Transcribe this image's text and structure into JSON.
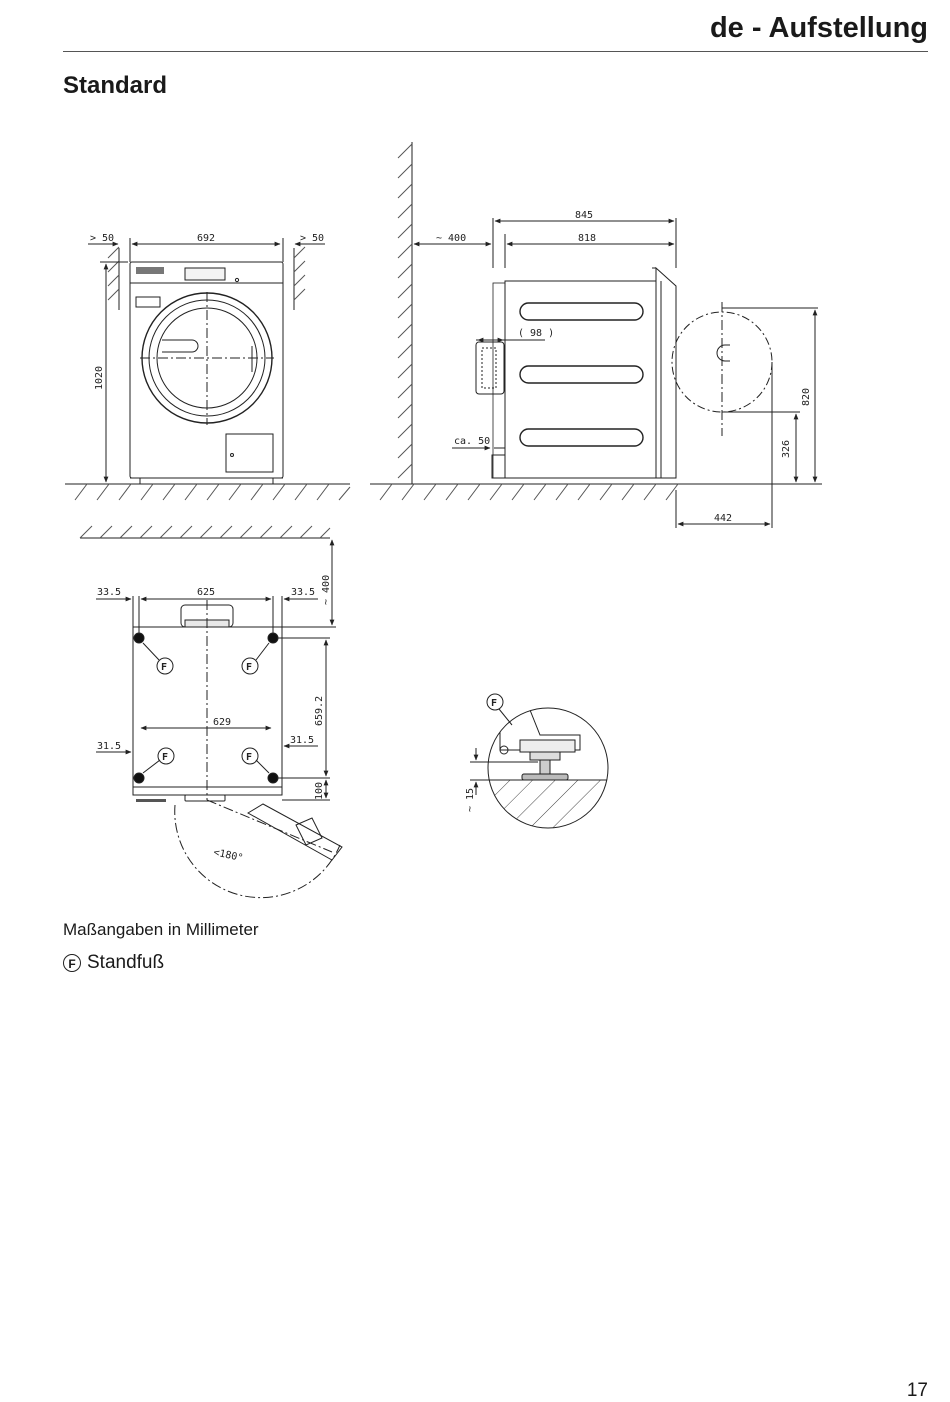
{
  "header": {
    "title": "de - Aufstellung"
  },
  "section_title": "Standard",
  "front_view": {
    "clearance_left": "> 50",
    "width": "692",
    "clearance_right": "> 50",
    "height": "1020"
  },
  "side_view": {
    "wall_clearance": "~ 400",
    "overall_depth": "845",
    "body_depth": "818",
    "door_projection": "( 98 )",
    "lower_clearance": "ca. 50",
    "door_swing": "442",
    "door_height": "820",
    "door_center_height": "326"
  },
  "top_view": {
    "rear_clearance": "~ 400",
    "side_left": "33.5",
    "foot_spacing_rear": "625",
    "side_right": "33.5",
    "foot_spacing_front": "629",
    "foot_inset_left": "31.5",
    "foot_inset_right": "31.5",
    "depth_between_feet": "659.2",
    "front_offset": "100",
    "door_angle": "<180°",
    "foot_marker": "F"
  },
  "detail_view": {
    "foot_marker": "F",
    "foot_adjust": "~ 15"
  },
  "caption": "Maßangaben in Millimeter",
  "legend": {
    "marker": "F",
    "label": "Standfuß"
  },
  "page_number": "17"
}
